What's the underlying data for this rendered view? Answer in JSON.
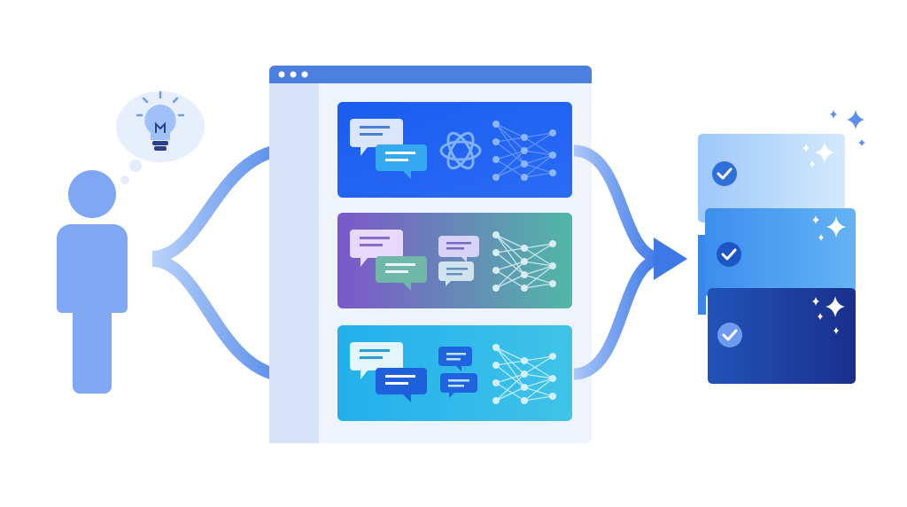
{
  "palette": {
    "person": "#7fa7f4",
    "thought_bubble": "#e7effd",
    "bulb": "#8fb5f7",
    "bulb_base": "#2a3f8f",
    "arrow": "#4f86ea",
    "arrow_light": "#a9c7f8",
    "window_frame": "#eef3fd",
    "window_sidebar": "#d6e3fb",
    "window_titlebar": "#4a7fe0",
    "panel1": "#1f5ff2",
    "panel2_start": "#7b57c9",
    "panel2_end": "#55b3aa",
    "panel3": "#2ab4ea",
    "card1": "#a9d2fb",
    "card2": "#4b9af0",
    "card3": "#1a3c9a",
    "sparkle": "#5e8ff0"
  },
  "icons": {
    "person": "person-icon",
    "idea": "lightbulb-icon",
    "chat": "chat-bubble-icon",
    "model": "openai-logo-icon",
    "network": "neural-network-icon",
    "check": "check-circle-icon",
    "sparkle": "sparkle-icon"
  },
  "panels": [
    {
      "id": "model-a",
      "style": "solid-blue",
      "icons": [
        "chat-bubble-icon",
        "chat-bubble-icon",
        "openai-logo-icon",
        "neural-network-icon"
      ]
    },
    {
      "id": "model-b",
      "style": "purple-to-teal-gradient",
      "icons": [
        "chat-bubble-icon",
        "chat-bubble-icon",
        "chat-bubble-icon",
        "chat-bubble-icon",
        "neural-network-icon"
      ]
    },
    {
      "id": "model-c",
      "style": "cyan",
      "icons": [
        "chat-bubble-icon",
        "chat-bubble-icon",
        "chat-bubble-icon",
        "chat-bubble-icon",
        "neural-network-icon"
      ]
    }
  ],
  "results": [
    {
      "id": "result-1",
      "status": "check-circle-icon"
    },
    {
      "id": "result-2",
      "status": "check-circle-icon"
    },
    {
      "id": "result-3",
      "status": "check-circle-icon"
    }
  ]
}
